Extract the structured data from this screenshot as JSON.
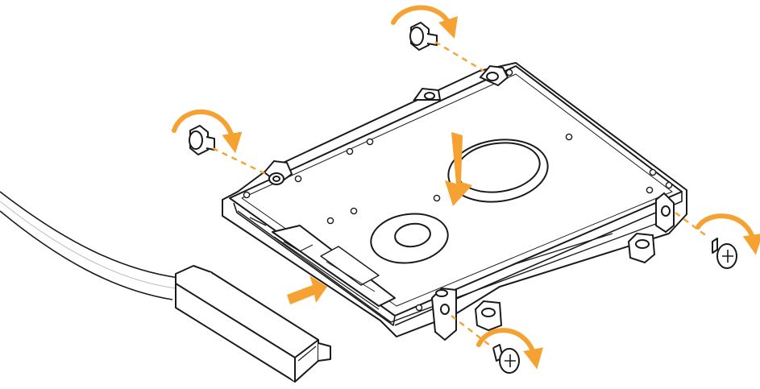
{
  "diagram": {
    "colors": {
      "line": "#1a1a1a",
      "accent": "#f5a232",
      "cable": "#9a9a9a",
      "fill": "#ffffff"
    },
    "screws": [
      {
        "name": "screw-top",
        "icon": "screw-icon"
      },
      {
        "name": "screw-left",
        "icon": "screw-icon"
      },
      {
        "name": "screw-right",
        "icon": "screw-icon"
      },
      {
        "name": "screw-bottom",
        "icon": "screw-icon"
      }
    ],
    "arrows": [
      {
        "name": "rotate-arrow-top",
        "icon": "curved-arrow-icon"
      },
      {
        "name": "rotate-arrow-left",
        "icon": "curved-arrow-icon"
      },
      {
        "name": "rotate-arrow-right",
        "icon": "curved-arrow-icon"
      },
      {
        "name": "rotate-arrow-bottom",
        "icon": "curved-arrow-icon"
      },
      {
        "name": "insert-arrow-down",
        "icon": "arrow-down-icon"
      },
      {
        "name": "connect-arrow",
        "icon": "arrow-right-icon"
      }
    ]
  }
}
